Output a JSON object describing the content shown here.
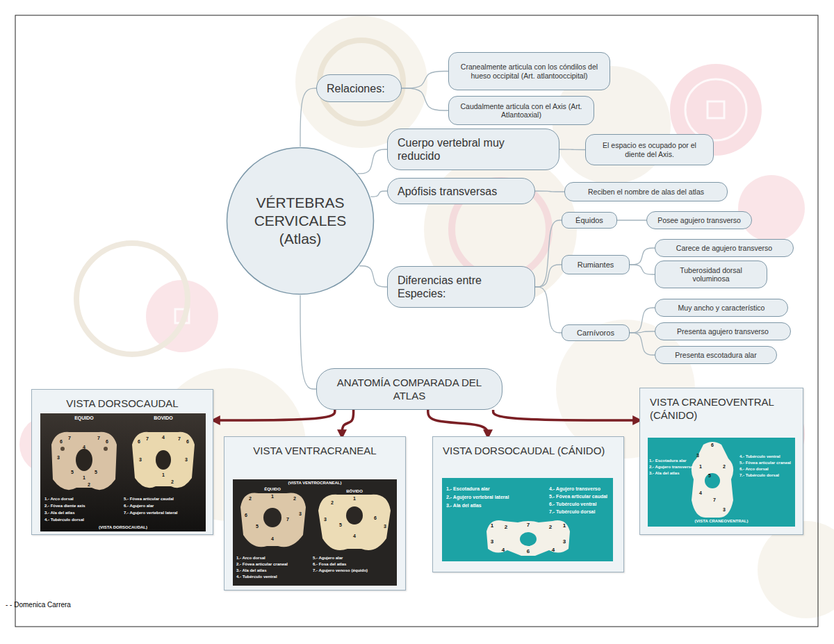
{
  "diagram": {
    "nodes": [
      {
        "text": [
          "VÉRTEBRAS CERVICALES (Atlas)"
        ]
      },
      {
        "text": [
          "Relaciones:"
        ]
      },
      {
        "text": [
          "Cranealmente articula con los cóndilos del hueso occipital (Art. atlantooccipital)"
        ]
      },
      {
        "text": [
          "Caudalmente articula con el Axis (Art. Atlantoaxial)"
        ]
      },
      {
        "text": [
          "Cuerpo vertebral muy reducido"
        ]
      },
      {
        "text": [
          "El espacio es ocupado por el diente del Axis."
        ]
      },
      {
        "text": [
          "Apófisis transversas"
        ]
      },
      {
        "text": [
          "Reciben el nombre de alas del atlas"
        ]
      },
      {
        "text": [
          "Diferencias entre Especies:"
        ]
      },
      {
        "text": [
          "Équidos"
        ]
      },
      {
        "text": [
          "Posee agujero transverso"
        ]
      },
      {
        "text": [
          "Rumiantes"
        ]
      },
      {
        "text": [
          "Carece de agujero transverso"
        ]
      },
      {
        "text": [
          "Tuberosidad dorsal voluminosa"
        ]
      },
      {
        "text": [
          "Carnívoros"
        ]
      },
      {
        "text": [
          "Muy ancho y característico"
        ]
      },
      {
        "text": [
          "Presenta agujero transverso"
        ]
      },
      {
        "text": [
          "Presenta escotadura alar"
        ]
      },
      {
        "text": [
          "ANATOMÍA COMPARADA DEL ATLAS"
        ]
      },
      {
        "text": [
          "VISTA DORSOCAUDAL"
        ]
      },
      {
        "text": [
          "VISTA VENTRACRANEAL"
        ]
      },
      {
        "text": [
          "VISTA DORSOCAUDAL (CÁNIDO)"
        ]
      },
      {
        "text": [
          "VISTA CRANEOVENTRAL (CÁNIDO)"
        ]
      }
    ],
    "edges": [
      {
        "from": 0,
        "to": 1,
        "arrow": "none"
      },
      {
        "from": 1,
        "to": 2,
        "arrow": "none"
      },
      {
        "from": 1,
        "to": 3,
        "arrow": "none"
      },
      {
        "from": 0,
        "to": 4,
        "arrow": "none"
      },
      {
        "from": 4,
        "to": 5,
        "arrow": "none"
      },
      {
        "from": 0,
        "to": 6,
        "arrow": "none"
      },
      {
        "from": 6,
        "to": 7,
        "arrow": "none"
      },
      {
        "from": 0,
        "to": 8,
        "arrow": "none"
      },
      {
        "from": 8,
        "to": 9,
        "arrow": "none"
      },
      {
        "from": 9,
        "to": 10,
        "arrow": "none"
      },
      {
        "from": 8,
        "to": 11,
        "arrow": "none"
      },
      {
        "from": 11,
        "to": 12,
        "arrow": "none"
      },
      {
        "from": 11,
        "to": 13,
        "arrow": "none"
      },
      {
        "from": 8,
        "to": 14,
        "arrow": "none"
      },
      {
        "from": 14,
        "to": 15,
        "arrow": "none"
      },
      {
        "from": 14,
        "to": 16,
        "arrow": "none"
      },
      {
        "from": 14,
        "to": 17,
        "arrow": "none"
      },
      {
        "from": 0,
        "to": 18,
        "arrow": "none"
      },
      {
        "from": 18,
        "to": 19,
        "arrow": "to"
      },
      {
        "from": 18,
        "to": 20,
        "arrow": "to"
      },
      {
        "from": 18,
        "to": 21,
        "arrow": "to"
      },
      {
        "from": 18,
        "to": 22,
        "arrow": "to"
      }
    ],
    "labels": [
      "EQUIDO",
      "BOVIDO",
      "6",
      "7",
      "7",
      "6",
      "3",
      "4",
      "5",
      "1",
      "5",
      "2",
      "6",
      "7",
      "4",
      "7",
      "6",
      "3",
      "1",
      "3",
      "2",
      "1.- Arco dorsal",
      "2.- Fóvea diente axis",
      "3.- Ala del atlas",
      "4.- Tubérculo dorsal",
      "5.- Fóvea articular caudal",
      "6.- Agujero alar",
      "7.- Agujero vertebral lateral",
      "(VISTA DORSOCAUDAL)",
      "(VISTA VENTROCRANEAL)",
      "ÉQUIDO",
      "BÓVIDO",
      "2",
      "1",
      "2",
      "6",
      "5",
      "7",
      "3",
      "4",
      "2",
      "1",
      "3",
      "5",
      "4",
      "6",
      "3",
      "1.- Arco dorsal",
      "2.- Fóvea articular craneal",
      "3.- Ala del atlas",
      "4.- Tubérculo ventral",
      "5.- Agujero alar",
      "6.- Fosa del atlas",
      "7.- Agujero venoso (équido)",
      "1.- Escotadura alar",
      "2.- Agujero vertebral lateral",
      "3.- Ala del atlas",
      "4.- Agujero transverso",
      "5.- Fóvea articular caudal",
      "6.- Tubérculo ventral",
      "7.- Tubérculo dorsal",
      "1",
      "2",
      "7",
      "2",
      "1",
      "3",
      "4",
      "6",
      "4",
      "3",
      "1.- Escotadura alar",
      "2.- Agujero transverso",
      "3.- Ala del atlas",
      "4.- Tubérculo ventral",
      "5.- Fóvea articular craneal",
      "6.- Arco dorsal",
      "7.- Tubérculo dorsal",
      "6",
      "3",
      "1",
      "5",
      "2",
      "4",
      "7",
      "3",
      "(VISTA CRANEOVENTRAL)",
      "- - Domenica Carrera"
    ]
  }
}
